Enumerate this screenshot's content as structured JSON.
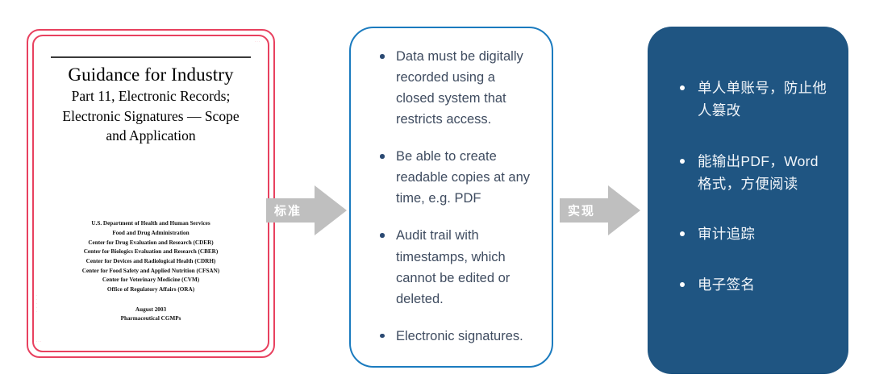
{
  "colors": {
    "doc_border": "#e8415f",
    "requirements_border": "#1b7bbf",
    "requirements_text": "#3f4c60",
    "features_bg": "#1f5582",
    "features_text": "#f2f6fa",
    "arrow_fill": "#bfbfbf",
    "arrow_label_text": "#ffffff",
    "page_background": "#ffffff"
  },
  "document": {
    "title_main": "Guidance for Industry",
    "title_sub_lines": [
      "Part 11, Electronic Records;",
      "Electronic Signatures — Scope",
      "and Application"
    ],
    "agency_lines": [
      "U.S. Department of Health and Human Services",
      "Food and Drug Administration",
      "Center for Drug Evaluation and Research (CDER)",
      "Center for Biologics Evaluation and Research (CBER)",
      "Center for Devices and Radiological Health (CDRH)",
      "Center for Food Safety and Applied Nutrition (CFSAN)",
      "Center for Veterinary Medicine (CVM)",
      "Office of Regulatory Affairs (ORA)"
    ],
    "footer_lines": [
      "August 2003",
      "Pharmaceutical CGMPs"
    ]
  },
  "requirements": {
    "items": [
      "Data must be digitally recorded using a closed system that restricts access.",
      "Be able to create readable copies at any time, e.g. PDF",
      "Audit trail with timestamps, which cannot be edited or deleted.",
      "Electronic signatures."
    ]
  },
  "features": {
    "items": [
      "单人单账号，防止他人篡改",
      "能输出PDF，Word格式，方便阅读",
      "审计追踪",
      "电子签名"
    ]
  },
  "arrows": [
    {
      "label": "标准"
    },
    {
      "label": "实现"
    }
  ]
}
